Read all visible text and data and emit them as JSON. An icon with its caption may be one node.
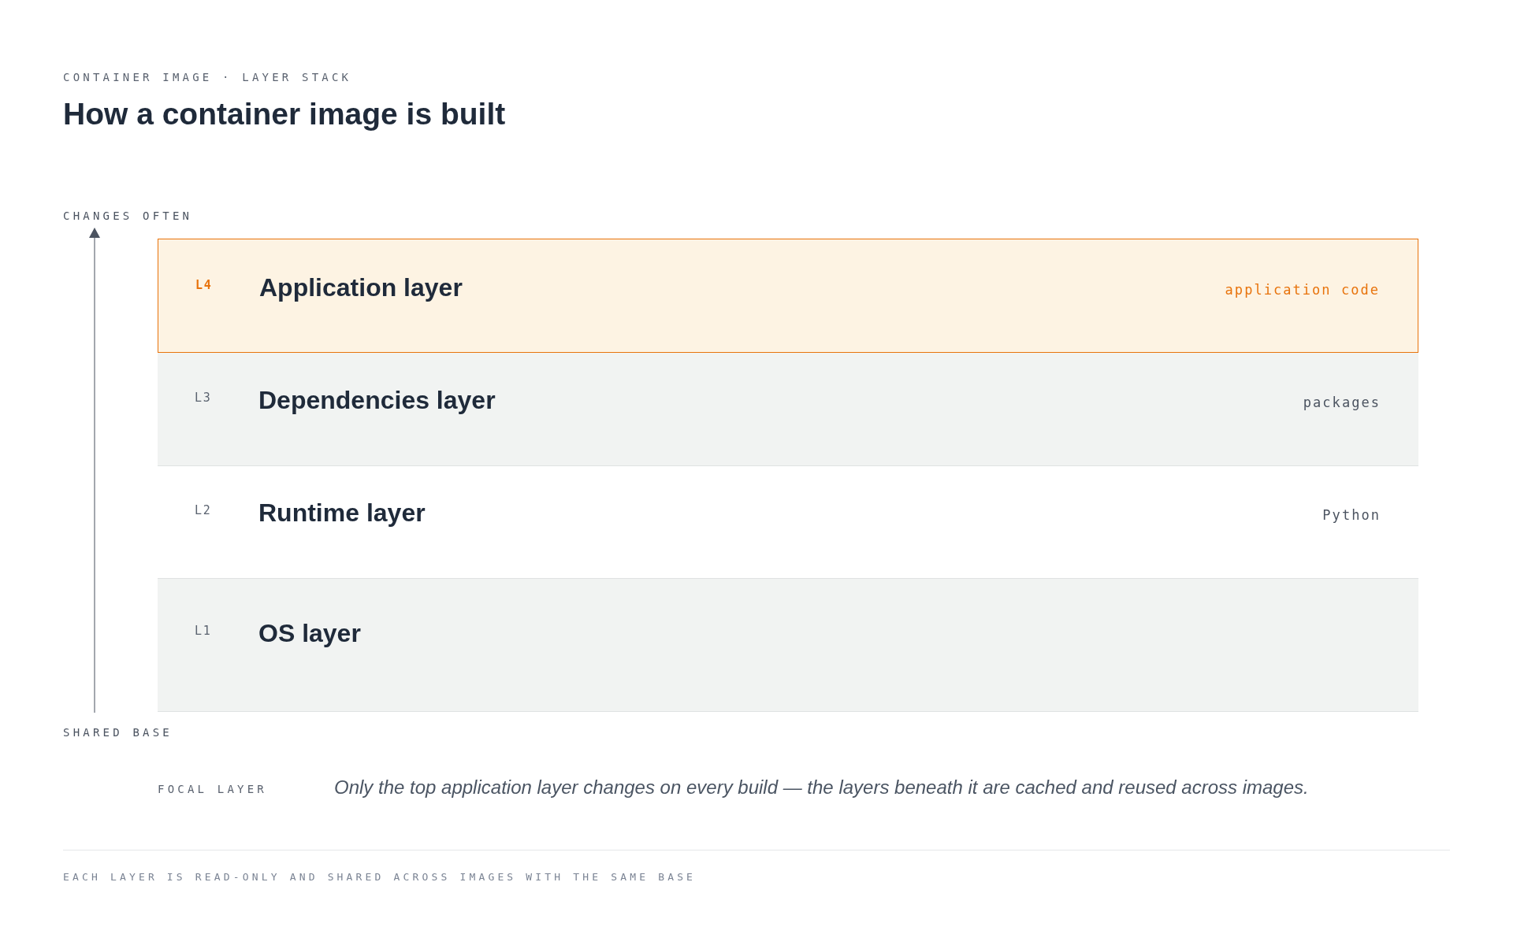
{
  "diagram": {
    "title": "How a container image is built",
    "nodes": [
      {
        "text": [
          "L4",
          "Application layer",
          "application code"
        ]
      },
      {
        "text": [
          "L3",
          "Dependencies layer",
          "packages"
        ]
      },
      {
        "text": [
          "L2",
          "Runtime layer",
          "Python"
        ]
      },
      {
        "text": [
          "L1",
          "OS layer"
        ]
      }
    ],
    "labels": [
      "CONTAINER IMAGE · LAYER STACK",
      "CHANGES OFTEN",
      "SHARED BASE",
      "FOCAL LAYER",
      "Only the top application layer changes on every build — the layers beneath it are cached and reused across images.",
      "EACH LAYER IS READ-ONLY AND SHARED ACROSS IMAGES WITH THE SAME BASE"
    ]
  }
}
